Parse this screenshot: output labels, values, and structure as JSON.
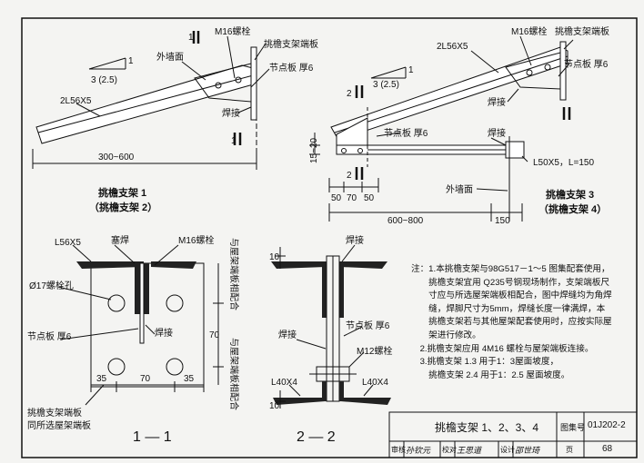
{
  "detail1": {
    "slope_label": "3 (2.5)",
    "slope_one": "1",
    "wall_face": "外墙面",
    "angle": "2L56X5",
    "bolt": "M16螺栓",
    "end_plate": "挑檐支架端板",
    "node_plate": "节点板 厚6",
    "weld": "焊接",
    "dim": "300~600",
    "title": "挑檐支架 1",
    "subtitle": "（挑檐支架 2）"
  },
  "detail3": {
    "angle": "2L56X5",
    "bolt": "M16螺栓",
    "end_plate": "挑檐支架端板",
    "node_plate": "节点板 厚6",
    "weld": "焊接",
    "slope_label": "3 (2.5)",
    "slope_one": "1",
    "node_plate2": "节点板 厚6",
    "weld2": "焊接",
    "angle_short": "L50X5，L=150",
    "wall_face": "外墙面",
    "dim_v": "15~20",
    "dims_small": [
      "50",
      "70",
      "50"
    ],
    "dim_main": "600~800",
    "dim_right": "150",
    "title": "挑檐支架 3",
    "subtitle": "（挑檐支架 4）"
  },
  "markers": {
    "one": "1",
    "two": "2"
  },
  "section11": {
    "angle": "L56X5",
    "plug_weld": "塞焊",
    "bolt": "M16螺栓",
    "hole": "Ø17螺栓孔",
    "node_plate": "节点板 厚6",
    "weld": "焊接",
    "dims": [
      "35",
      "70",
      "35"
    ],
    "dim_v": "70",
    "match_top": "与屋架端板相配合",
    "match_bottom": "与屋架端板相配合",
    "end_plate": "挑檐支架端板",
    "same_as": "同所选屋架端板",
    "label": "1 — 1"
  },
  "section22": {
    "dim_top": "10",
    "weld_top": "焊接",
    "node_plate": "节点板 厚6",
    "weld_left": "焊接",
    "bolt": "M12螺栓",
    "angle_left": "L40X4",
    "angle_right": "L40X4",
    "dim_bottom": "10",
    "label": "2 — 2"
  },
  "notes": [
    "注：1.本挑檐支架与98G517－1～5 图集配套使用，",
    "　　挑檐支架宜用 Q235号钢现场制作，支架端板尺",
    "　　寸应与所选屋架端板相配合，图中焊缝均为角焊",
    "　　缝，焊脚尺寸为5mm，焊缝长度一律满焊，本",
    "　　挑檐支架若与其他屋架配套使用时，应按实际屋",
    "　　架进行修改。",
    "　2.挑檐支架应用 4M16 螺栓与屋架端板连接。",
    "　3.挑檐支架 1.3 用于1：3屋面坡度，",
    "　　挑檐支架 2.4 用于1：2.5 屋面坡度。"
  ],
  "title_block": {
    "title": "挑檐支架 1、2、3、4",
    "atlas_label": "图集号",
    "atlas_no": "01J202-2",
    "review": "审核",
    "review_sig": "孙钦元",
    "check": "校对",
    "check_sig": "王思道",
    "design": "设计",
    "design_sig": "邵世琦",
    "page_label": "页",
    "page_no": "68"
  }
}
